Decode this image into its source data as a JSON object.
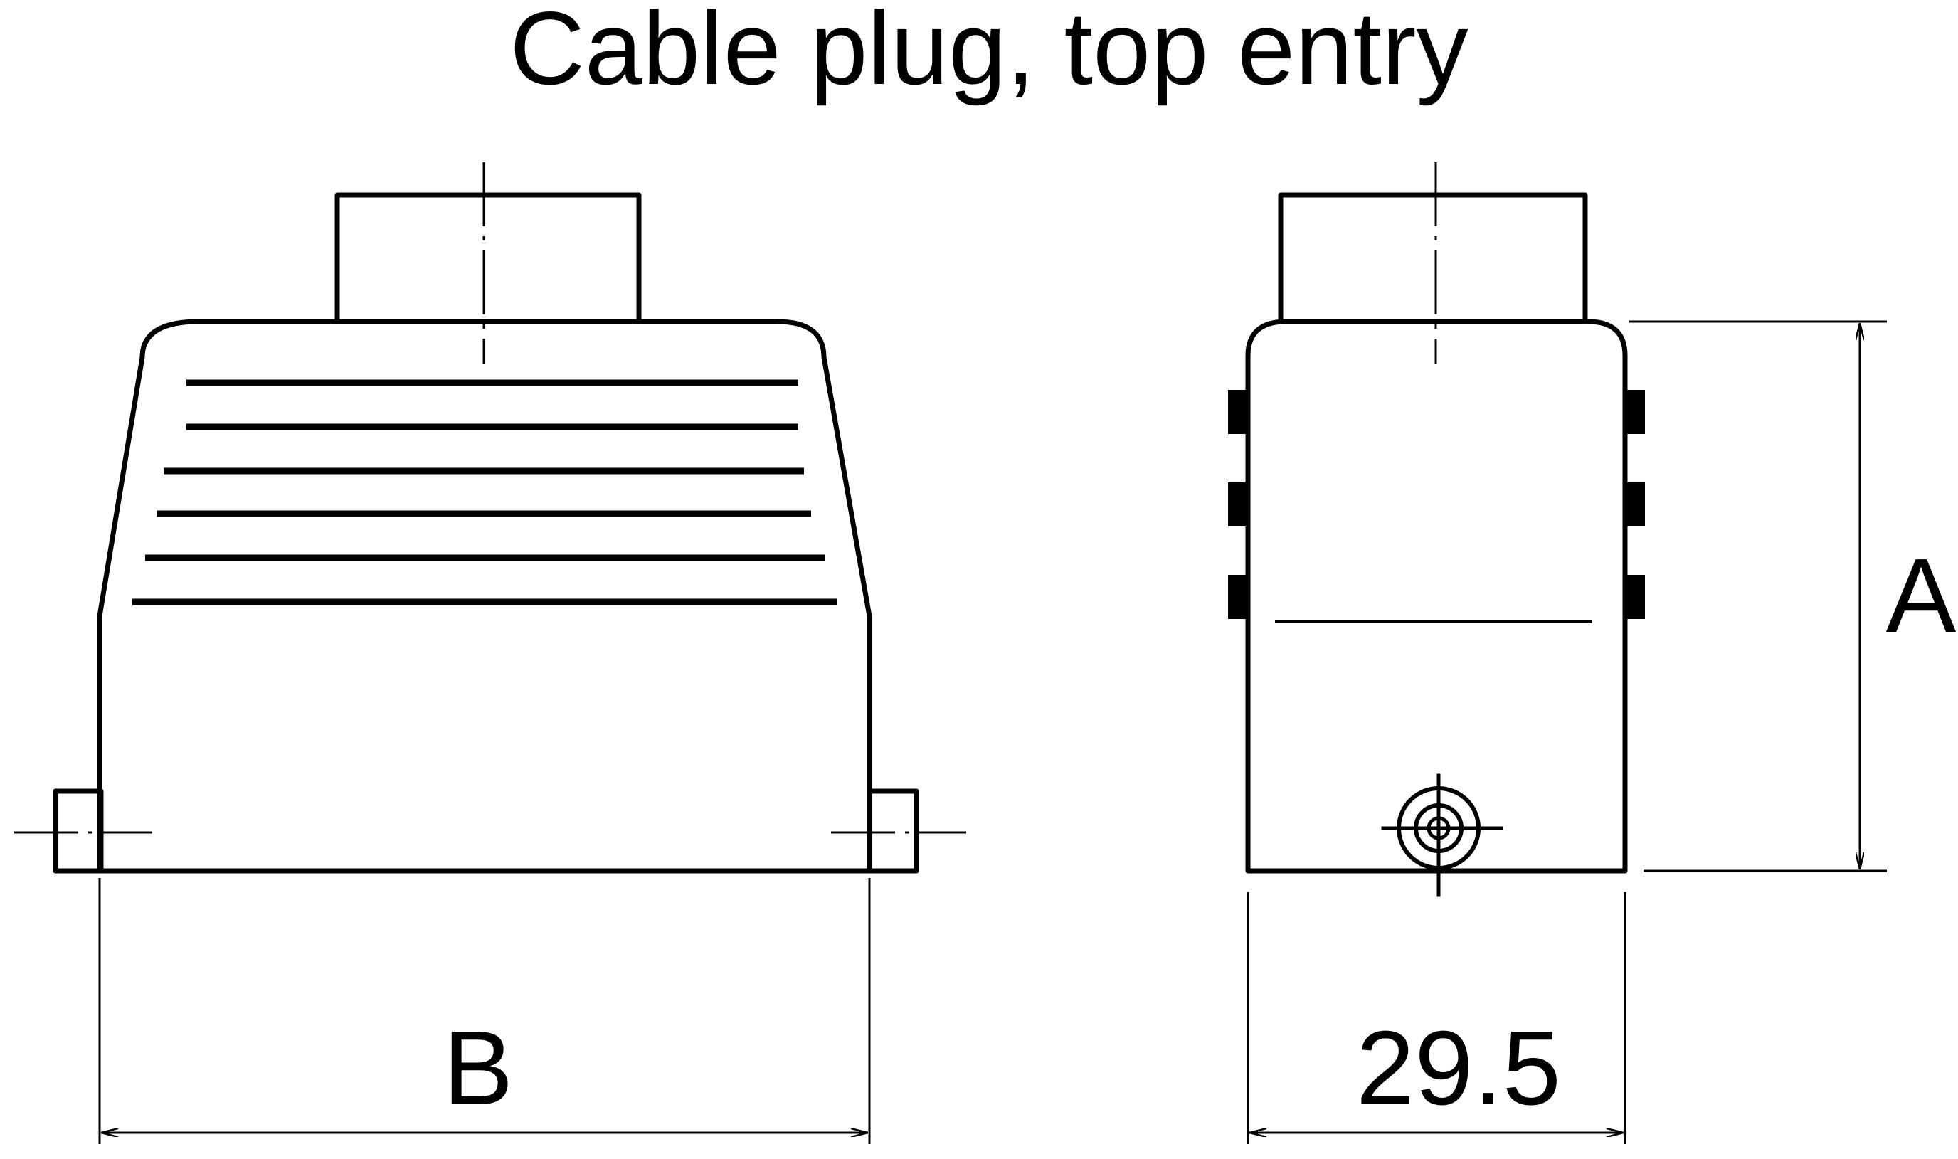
{
  "title": "Cable plug, top entry",
  "dimensions": {
    "width_label": "B",
    "depth_label": "29.5",
    "height_label": "A"
  }
}
